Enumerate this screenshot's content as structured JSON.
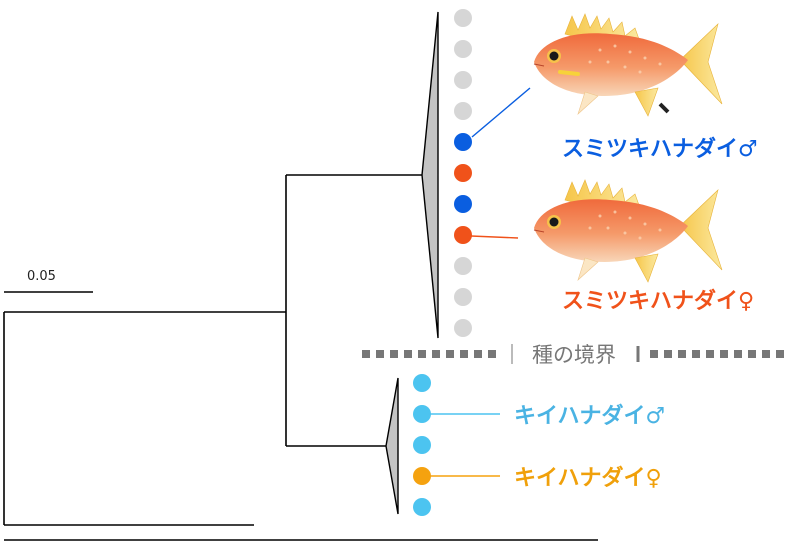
{
  "scale_bar": {
    "label": "0.05"
  },
  "boundary": {
    "label": "種の境界",
    "color": "#777777"
  },
  "upper_clade": {
    "tips": [
      {
        "color": "#d6d6d6"
      },
      {
        "color": "#d6d6d6"
      },
      {
        "color": "#d6d6d6"
      },
      {
        "color": "#d6d6d6"
      },
      {
        "color": "#0a5ee0"
      },
      {
        "color": "#f0521a"
      },
      {
        "color": "#0a5ee0"
      },
      {
        "color": "#f0521a"
      },
      {
        "color": "#d6d6d6"
      },
      {
        "color": "#d6d6d6"
      },
      {
        "color": "#d6d6d6"
      }
    ],
    "male_label": "スミツキハナダイ♂",
    "female_label": "スミツキハナダイ♀",
    "male_color": "#0a5ee0",
    "female_color": "#f0521a"
  },
  "lower_clade": {
    "tips": [
      {
        "color": "#4cc4f0"
      },
      {
        "color": "#4cc4f0"
      },
      {
        "color": "#4cc4f0"
      },
      {
        "color": "#f5a20f"
      },
      {
        "color": "#4cc4f0"
      }
    ],
    "male_label": "キイハナダイ♂",
    "female_label": "キイハナダイ♀",
    "male_color": "#4ab3e3",
    "female_color": "#f0a00a"
  },
  "images": {
    "fish_male": "fish-photo-male",
    "fish_female": "fish-photo-female"
  }
}
